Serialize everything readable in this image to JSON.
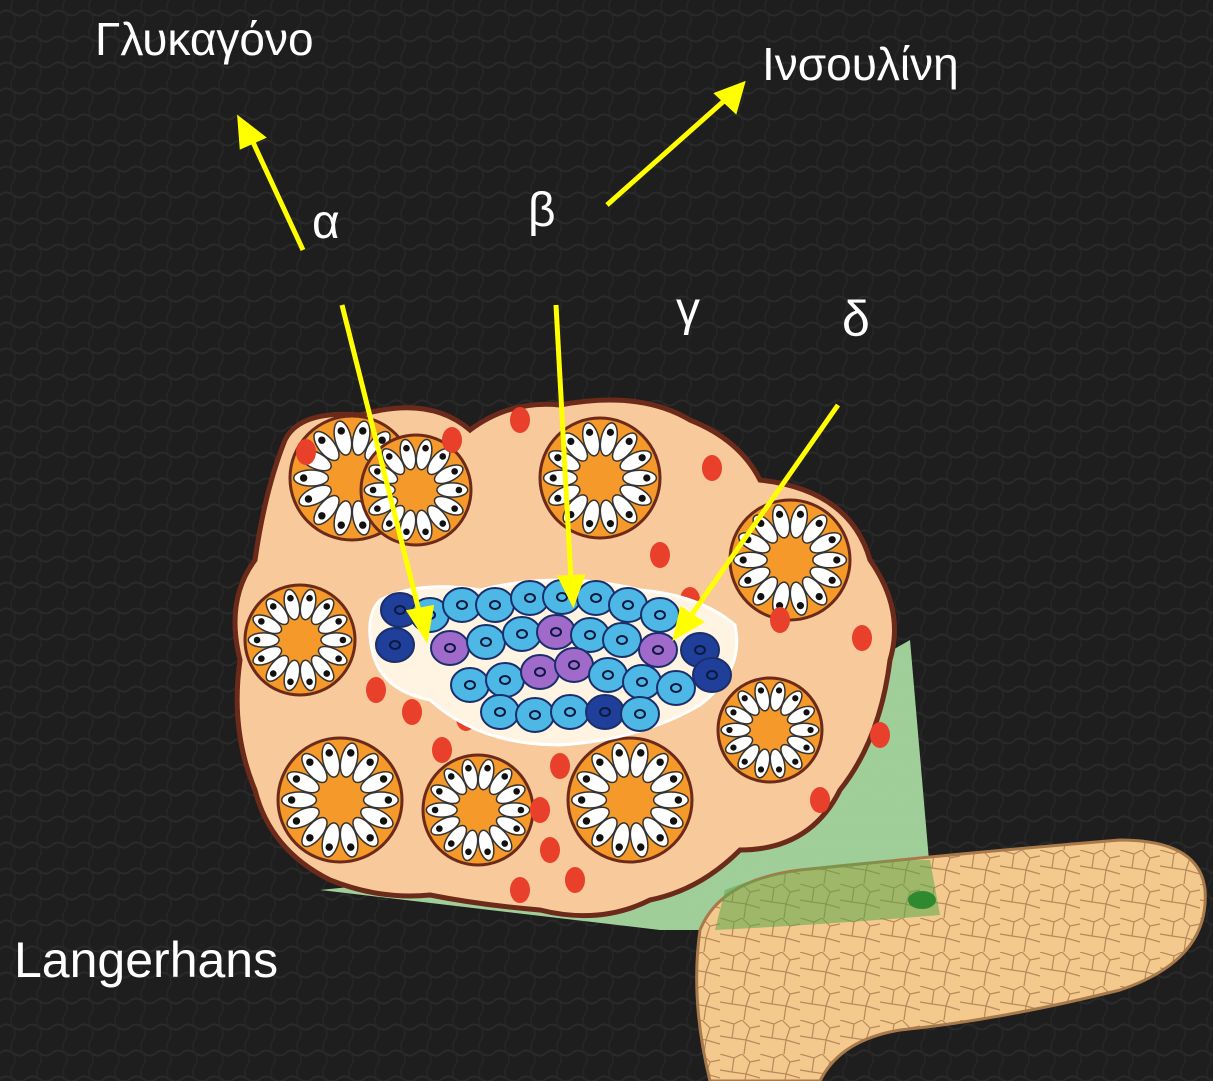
{
  "labels": {
    "glucagon": "Γλυκαγόνο",
    "insulin": "Ινσουλίνη",
    "alpha": "α",
    "beta": "β",
    "gamma": "γ",
    "delta": "δ",
    "langerhans": "Langerhans"
  },
  "colors": {
    "background": "#1d1d1d",
    "arrow": "#ffff00",
    "tissue": "#f8c99a",
    "tissue_outline": "#6b2a1a",
    "acinus": "#f59a2a",
    "red_cell": "#e8402a",
    "alpha_cell": "#1f3f9a",
    "beta_cell": "#4db7e6",
    "delta_cell": "#a06acb",
    "pancreas": "#f3c98e",
    "lobe_green": "#a8d8a0"
  }
}
